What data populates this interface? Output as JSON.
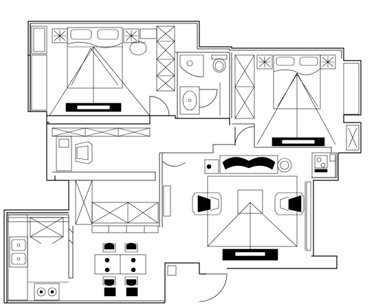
{
  "plan": {
    "background": "#ffffff",
    "line_color": "#000000",
    "rooms": [
      "master-bedroom",
      "bathroom",
      "second-bedroom",
      "study",
      "living-room",
      "dining-area",
      "kitchen",
      "balcony-left",
      "balcony-right"
    ],
    "furniture_icons": [
      "double-bed-icon",
      "armchair-icon",
      "sofa-icon",
      "dining-table-icon",
      "toilet-icon",
      "sink-icon",
      "stove-icon",
      "tv-cabinet-icon",
      "wardrobe-icon",
      "desk-icon"
    ]
  }
}
